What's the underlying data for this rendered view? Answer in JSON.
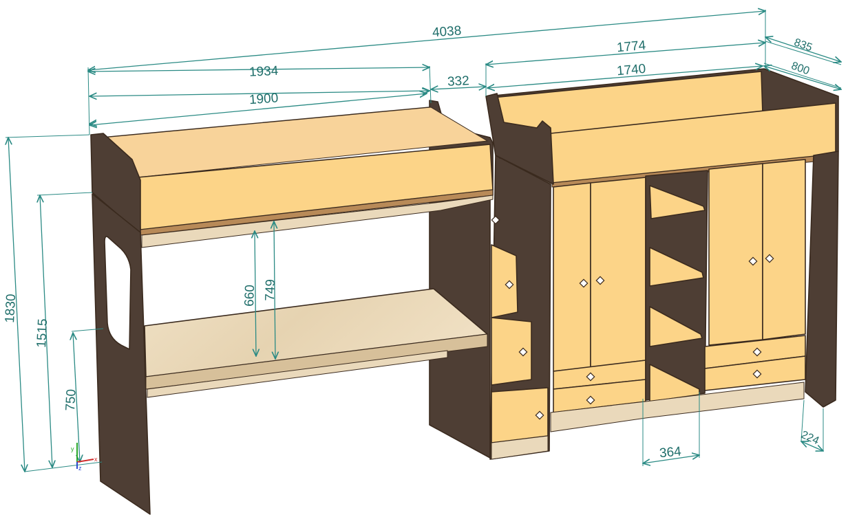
{
  "dimensions": {
    "total_width": "4038",
    "bed1_outer": "1934",
    "bed1_inner": "1900",
    "gap": "332",
    "bed2_outer": "1774",
    "bed2_inner": "1740",
    "depth_outer": "835",
    "depth_inner": "800",
    "height_total": "1830",
    "height_bed": "1515",
    "height_desk": "750",
    "clear_660": "660",
    "clear_749": "749",
    "shelf_width": "364",
    "plinth_depth": "224"
  },
  "colors": {
    "dark_panel": "#4e3e34",
    "light_panel": "#fcd488",
    "desk_top": "#ead9bb",
    "dimension": "#2a8a84",
    "edge": "#3a2a1e"
  },
  "axes": {
    "x": "x",
    "y": "y",
    "z": "z"
  }
}
